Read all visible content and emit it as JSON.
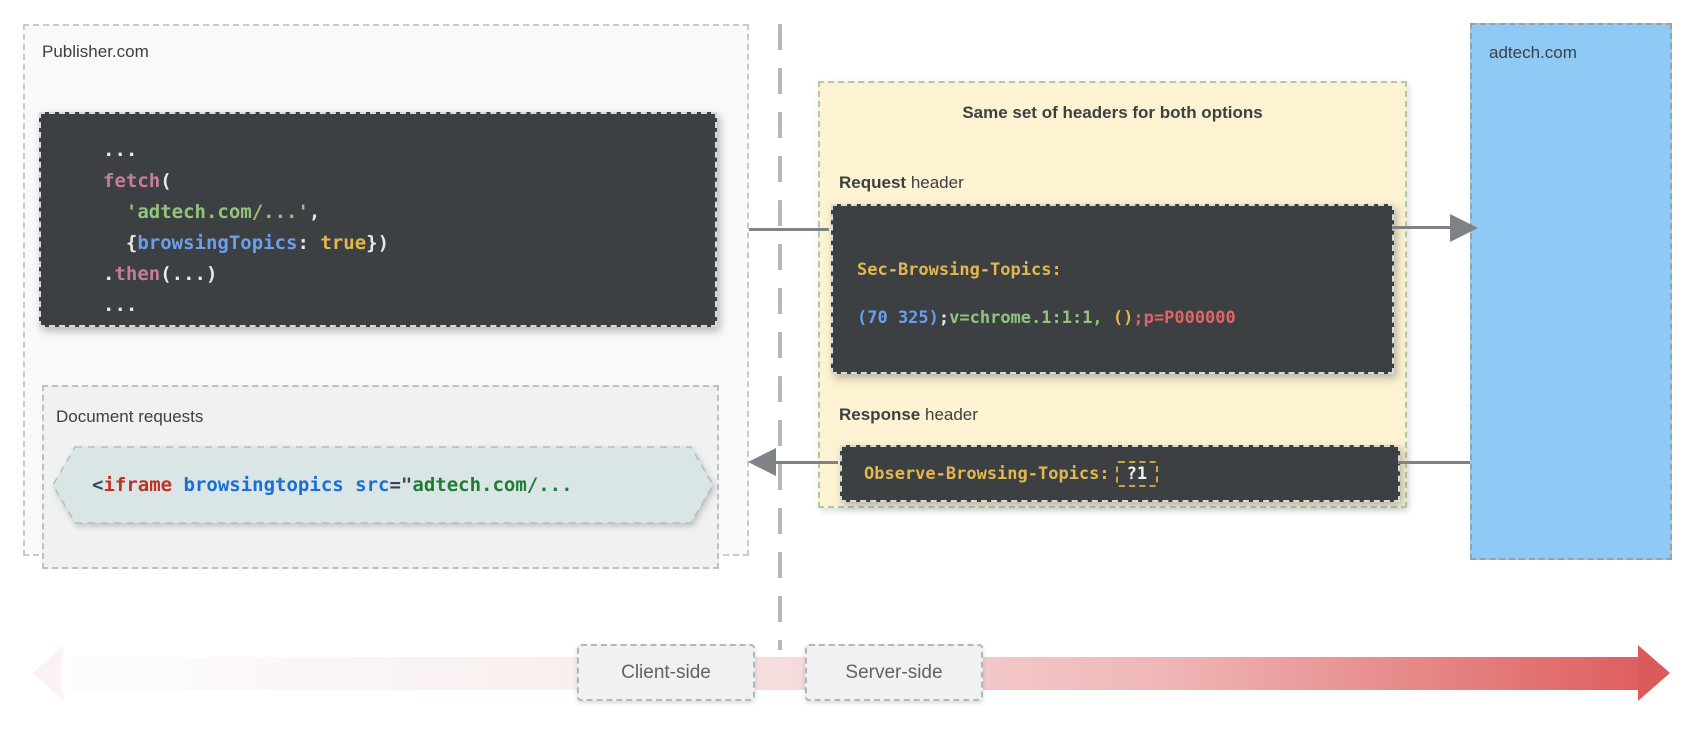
{
  "publisher": {
    "label": "Publisher.com",
    "fetch_code_lines": [
      [
        {
          "t": "...",
          "c": "white"
        }
      ],
      [
        {
          "t": "fetch",
          "c": "pink"
        },
        {
          "t": "(",
          "c": "white"
        }
      ],
      [
        {
          "t": "  ",
          "c": "white"
        },
        {
          "t": "'adtech.com/...'",
          "c": "green"
        },
        {
          "t": ",",
          "c": "white"
        }
      ],
      [
        {
          "t": "  {",
          "c": "white"
        },
        {
          "t": "browsingTopics",
          "c": "blue"
        },
        {
          "t": ": ",
          "c": "white"
        },
        {
          "t": "true",
          "c": "yellow"
        },
        {
          "t": "})",
          "c": "white"
        }
      ],
      [
        {
          "t": ".",
          "c": "white"
        },
        {
          "t": "then",
          "c": "pink"
        },
        {
          "t": "(...)",
          "c": "white"
        }
      ],
      [
        {
          "t": "...",
          "c": "white"
        }
      ]
    ],
    "document_requests": {
      "label": "Document requests",
      "iframe_tokens": [
        {
          "t": "<",
          "c": "dark"
        },
        {
          "t": "iframe",
          "c": "red2"
        },
        {
          "t": " ",
          "c": "dark"
        },
        {
          "t": "browsingtopics",
          "c": "blue2"
        },
        {
          "t": " ",
          "c": "dark"
        },
        {
          "t": "src",
          "c": "blue2"
        },
        {
          "t": "=\"",
          "c": "dark"
        },
        {
          "t": "adtech.com/...",
          "c": "green2"
        }
      ]
    }
  },
  "headers_panel": {
    "title": "Same set of headers for both options",
    "request": {
      "label_bold": "Request",
      "label_rest": "header",
      "name_tokens": [
        {
          "t": "Sec-Browsing-Topics:",
          "c": "yellow"
        }
      ],
      "value_tokens": [
        {
          "t": "(70 325)",
          "c": "blue"
        },
        {
          "t": ";",
          "c": "white"
        },
        {
          "t": "v=chrome.1:1:1,",
          "c": "green"
        },
        {
          "t": " ",
          "c": "white"
        },
        {
          "t": "()",
          "c": "yellow"
        },
        {
          "t": ";p=P000000",
          "c": "red"
        }
      ]
    },
    "response": {
      "label_bold": "Response",
      "label_rest": "header",
      "name": "Observe-Browsing-Topics:",
      "value": "?1"
    }
  },
  "adtech": {
    "label": "adtech.com"
  },
  "timeline": {
    "client_label": "Client-side",
    "server_label": "Server-side"
  },
  "colors": {
    "dark_block": "#3c4043",
    "yellow_panel": "#fdf3d2",
    "yellow_panel_border": "#aec9a8",
    "adtech_blue": "#8fc9f6",
    "band_red": "#dd5a5a",
    "code_yellow": "#e3b74d",
    "code_blue": "#6d9eeb",
    "code_green": "#93c47d",
    "code_red": "#e06666",
    "code_pink": "#c57d9d",
    "iframe_red": "#bf3226",
    "iframe_blue": "#1a6fd4",
    "iframe_green": "#1d7d35",
    "arrow_gray": "#7f8387"
  }
}
